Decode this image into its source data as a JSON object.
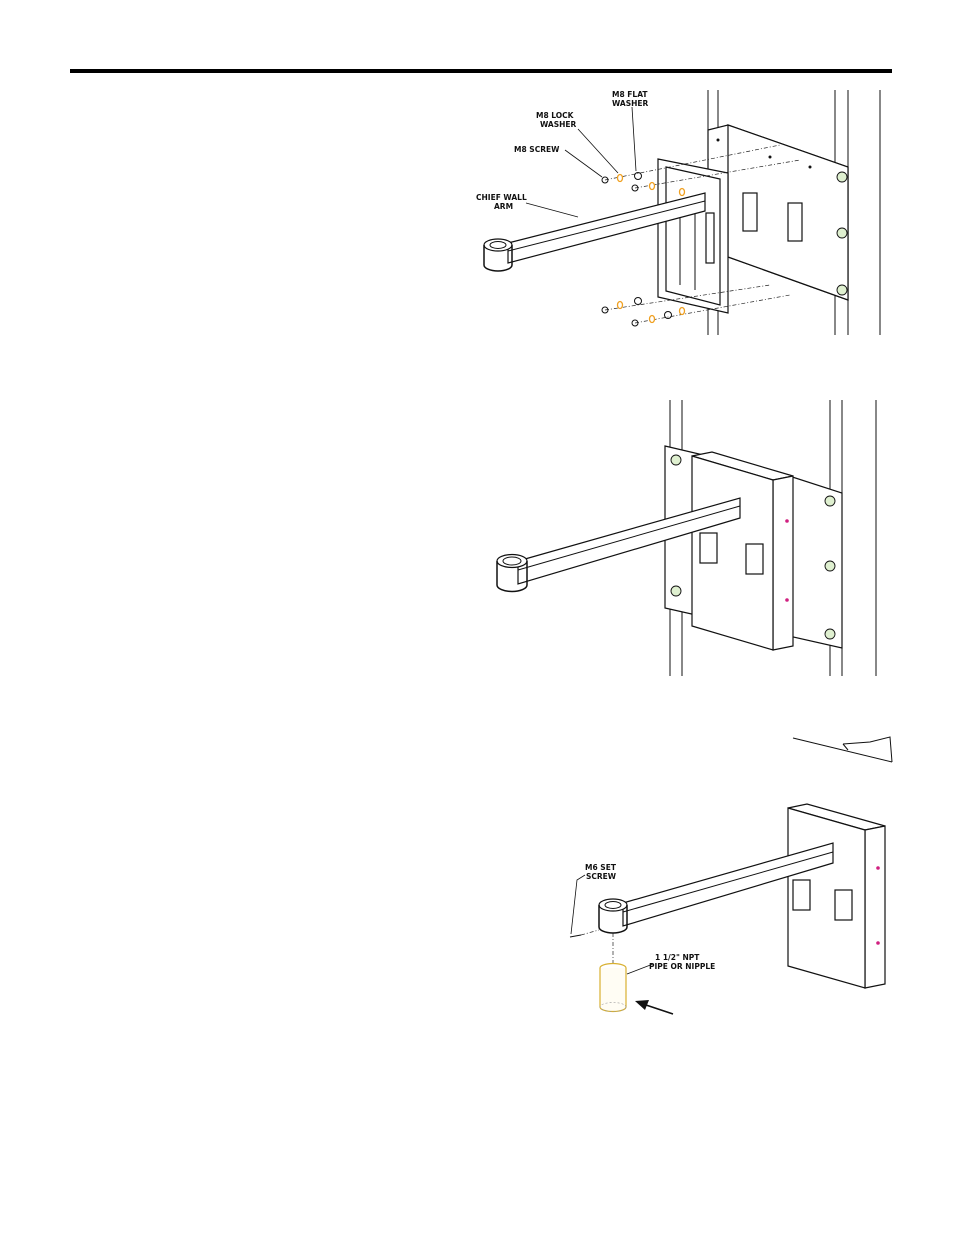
{
  "figure1": {
    "labels": {
      "m8_flat_washer_l1": "M8 FLAT",
      "m8_flat_washer_l2": "WASHER",
      "m8_lock_washer_l1": "M8 LOCK",
      "m8_lock_washer_l2": "WASHER",
      "m8_screw": "M8 SCREW",
      "chief_wall_arm_l1": "CHIEF WALL",
      "chief_wall_arm_l2": "ARM"
    }
  },
  "figure3": {
    "labels": {
      "m6_set_screw_l1": "M6 SET",
      "m6_set_screw_l2": "SCREW",
      "pipe_l1": "1 1/2\" NPT",
      "pipe_l2": "PIPE OR NIPPLE"
    }
  },
  "colors": {
    "washer": "#f0a020",
    "mount_bolt": "#dff0d0",
    "indicator_dot": "#d02080",
    "pipe_outline": "#d8b030"
  },
  "icons": [
    "arrow-icon"
  ]
}
